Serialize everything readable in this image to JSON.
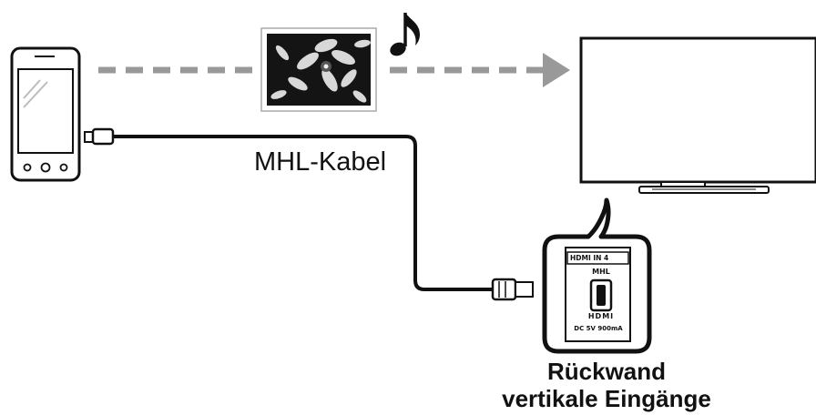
{
  "labels": {
    "cable": "MHL-Kabel",
    "caption_line1": "Rückwand",
    "caption_line2": "vertikale Eingänge"
  },
  "panel": {
    "port_header": "HDMI IN 4",
    "mhl": "MHL",
    "hdmi_logo": "HDMI",
    "power": "DC 5V 900mA"
  },
  "colors": {
    "stroke": "#111111",
    "arrow": "#999999",
    "screen_fill": "#ffffff"
  },
  "icons": {
    "music": "music-note-icon",
    "photo": "photo-icon",
    "phone": "smartphone-icon",
    "tv": "tv-icon"
  }
}
